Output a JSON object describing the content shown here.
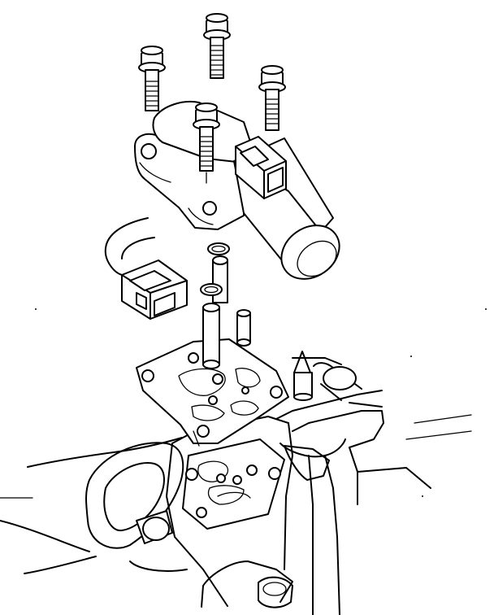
{
  "figure": {
    "kind": "exploded-parts-line-drawing",
    "background": "#ffffff",
    "ink": "#000000",
    "parts": [
      "bolt",
      "bolt",
      "bolt",
      "bolt",
      "solenoid-valve",
      "electrical-connector",
      "o-ring",
      "o-ring",
      "oil-pipe",
      "oil-pipe",
      "dowel-pin",
      "gasket",
      "valve-body-housing"
    ]
  }
}
